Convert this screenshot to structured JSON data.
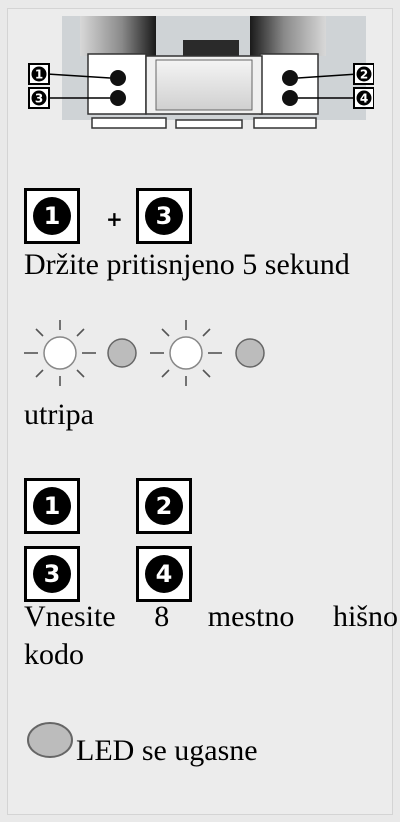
{
  "device": {
    "buttons": [
      {
        "id": "1",
        "label": "1"
      },
      {
        "id": "2",
        "label": "2"
      },
      {
        "id": "3",
        "label": "3"
      },
      {
        "id": "4",
        "label": "4"
      }
    ]
  },
  "step1": {
    "keys": [
      "1",
      "3"
    ],
    "plus": "+",
    "text": "Držite pritisnjeno 5 sekund"
  },
  "step2": {
    "led_pattern": [
      "blink",
      "off",
      "blink",
      "off"
    ],
    "text": "utripa"
  },
  "step3": {
    "keys": [
      "1",
      "2",
      "3",
      "4"
    ],
    "line1_words": [
      "Vnesite",
      "8",
      "mestno",
      "hišno"
    ],
    "line2": "kodo"
  },
  "step4": {
    "led_state": "off",
    "text": "LED se ugasne"
  },
  "colors": {
    "led_off": "#bcbcbc",
    "key_bg": "#ffffff",
    "key_fg": "#000000"
  }
}
